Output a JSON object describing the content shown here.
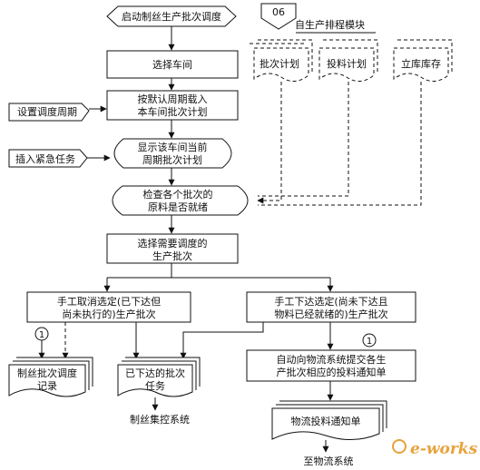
{
  "nodes": {
    "start": "启动制丝生产批次调度",
    "module_badge": "06",
    "module_title": "自生产排程模块",
    "source_1": "批次计划",
    "source_2": "投料计划",
    "source_3": "立库库存",
    "select_workshop": "选择车间",
    "load_plan_line1": "按默认周期载入",
    "load_plan_line2": "本车间批次计划",
    "set_period": "设置调度周期",
    "show_plan_line1": "显示该车间当前",
    "show_plan_line2": "周期批次计划",
    "insert_task": "插入紧急任务",
    "check_line1": "检查各个批次的",
    "check_line2": "原料是否就绪",
    "select_batch_line1": "选择需要调度的",
    "select_batch_line2": "生产批次",
    "cancel_line1": "手工取消选定(已下达但",
    "cancel_line2": "尚未执行的)生产批次",
    "issue_line1": "手工下达选定(尚未下达且",
    "issue_line2": "物料已经就绪的)生产批次",
    "connector_1a": "1",
    "connector_1b": "1",
    "record_line1": "制丝批次调度",
    "record_line2": "记录",
    "issued_line1": "已下达的批次",
    "issued_line2": "任务",
    "auto_line1": "自动向物流系统提交各生",
    "auto_line2": "产批次相应的投料通知单",
    "notice": "物流投料通知单",
    "to_control": "制丝集控系统",
    "to_logistics": "至物流系统"
  },
  "watermark": "e-works",
  "colors": {
    "watermark": "#e8a23a",
    "line": "#111111"
  }
}
